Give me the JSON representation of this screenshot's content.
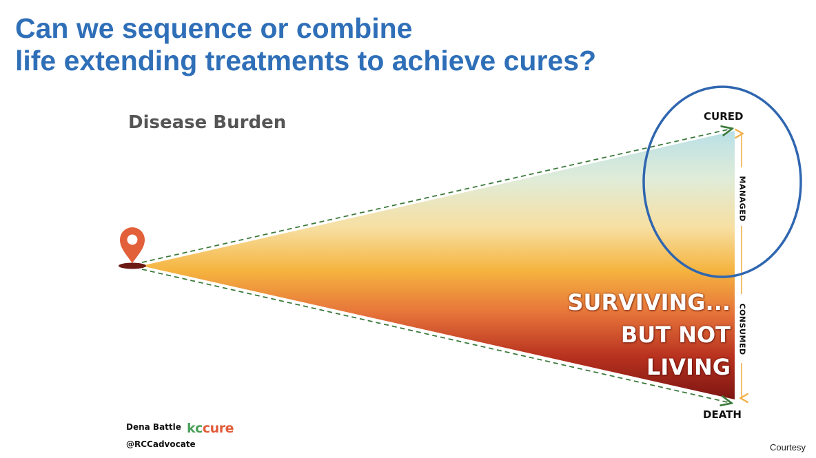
{
  "slide": {
    "title_line1": "Can we sequence or combine",
    "title_line2": "life extending treatments to achieve cures?",
    "footer_note": "Courtesy"
  },
  "diagram": {
    "heading": "Disease Burden",
    "top_label": "CURED",
    "bottom_label": "DEATH",
    "upper_axis_label": "MANAGED",
    "lower_axis_label": "CONSUMED",
    "overlay_line1": "SURVIVING...",
    "overlay_line2": "BUT NOT",
    "overlay_line3": "LIVING"
  },
  "credit": {
    "name": "Dena Battle",
    "logo_part1": "kc",
    "logo_part2": "cure",
    "handle": "@RCCadvocate"
  },
  "colors": {
    "title": "#2f6fb8",
    "circle": "#2f66b0",
    "pin": "#e2603a",
    "arrow_green": "#3c7a3c",
    "axis_orange": "#f2b14a",
    "gradient_top": "#b9e0e6",
    "gradient_mid": "#f5b43f",
    "gradient_bottom": "#8c1a14"
  }
}
